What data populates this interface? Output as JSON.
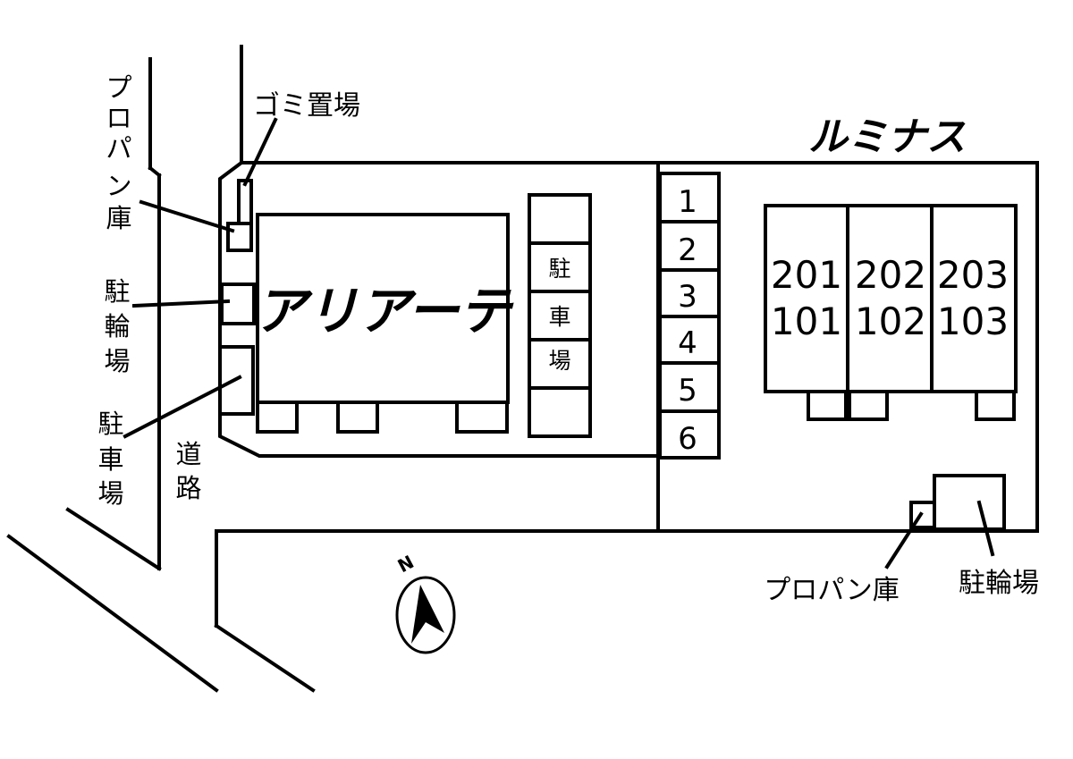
{
  "buildings": {
    "ariate": {
      "name": "アリアーテ"
    },
    "luminas": {
      "name": "ルミナス",
      "units_upper": [
        "201",
        "202",
        "203"
      ],
      "units_lower": [
        "101",
        "102",
        "103"
      ]
    }
  },
  "labels": {
    "garbage": "ゴミ置場",
    "propane_left": [
      "プ",
      "ロ",
      "パ",
      "ン",
      "庫"
    ],
    "bicycle_left": [
      "駐",
      "輪",
      "場"
    ],
    "parking_left": [
      "駐",
      "車",
      "場"
    ],
    "road": [
      "道",
      "路"
    ],
    "parking_center": [
      "駐",
      "車",
      "場"
    ],
    "propane_right": "プロパン庫",
    "bicycle_right": "駐輪場"
  },
  "parking_spaces": [
    "1",
    "2",
    "3",
    "4",
    "5",
    "6"
  ],
  "compass": {
    "letter": "N"
  }
}
